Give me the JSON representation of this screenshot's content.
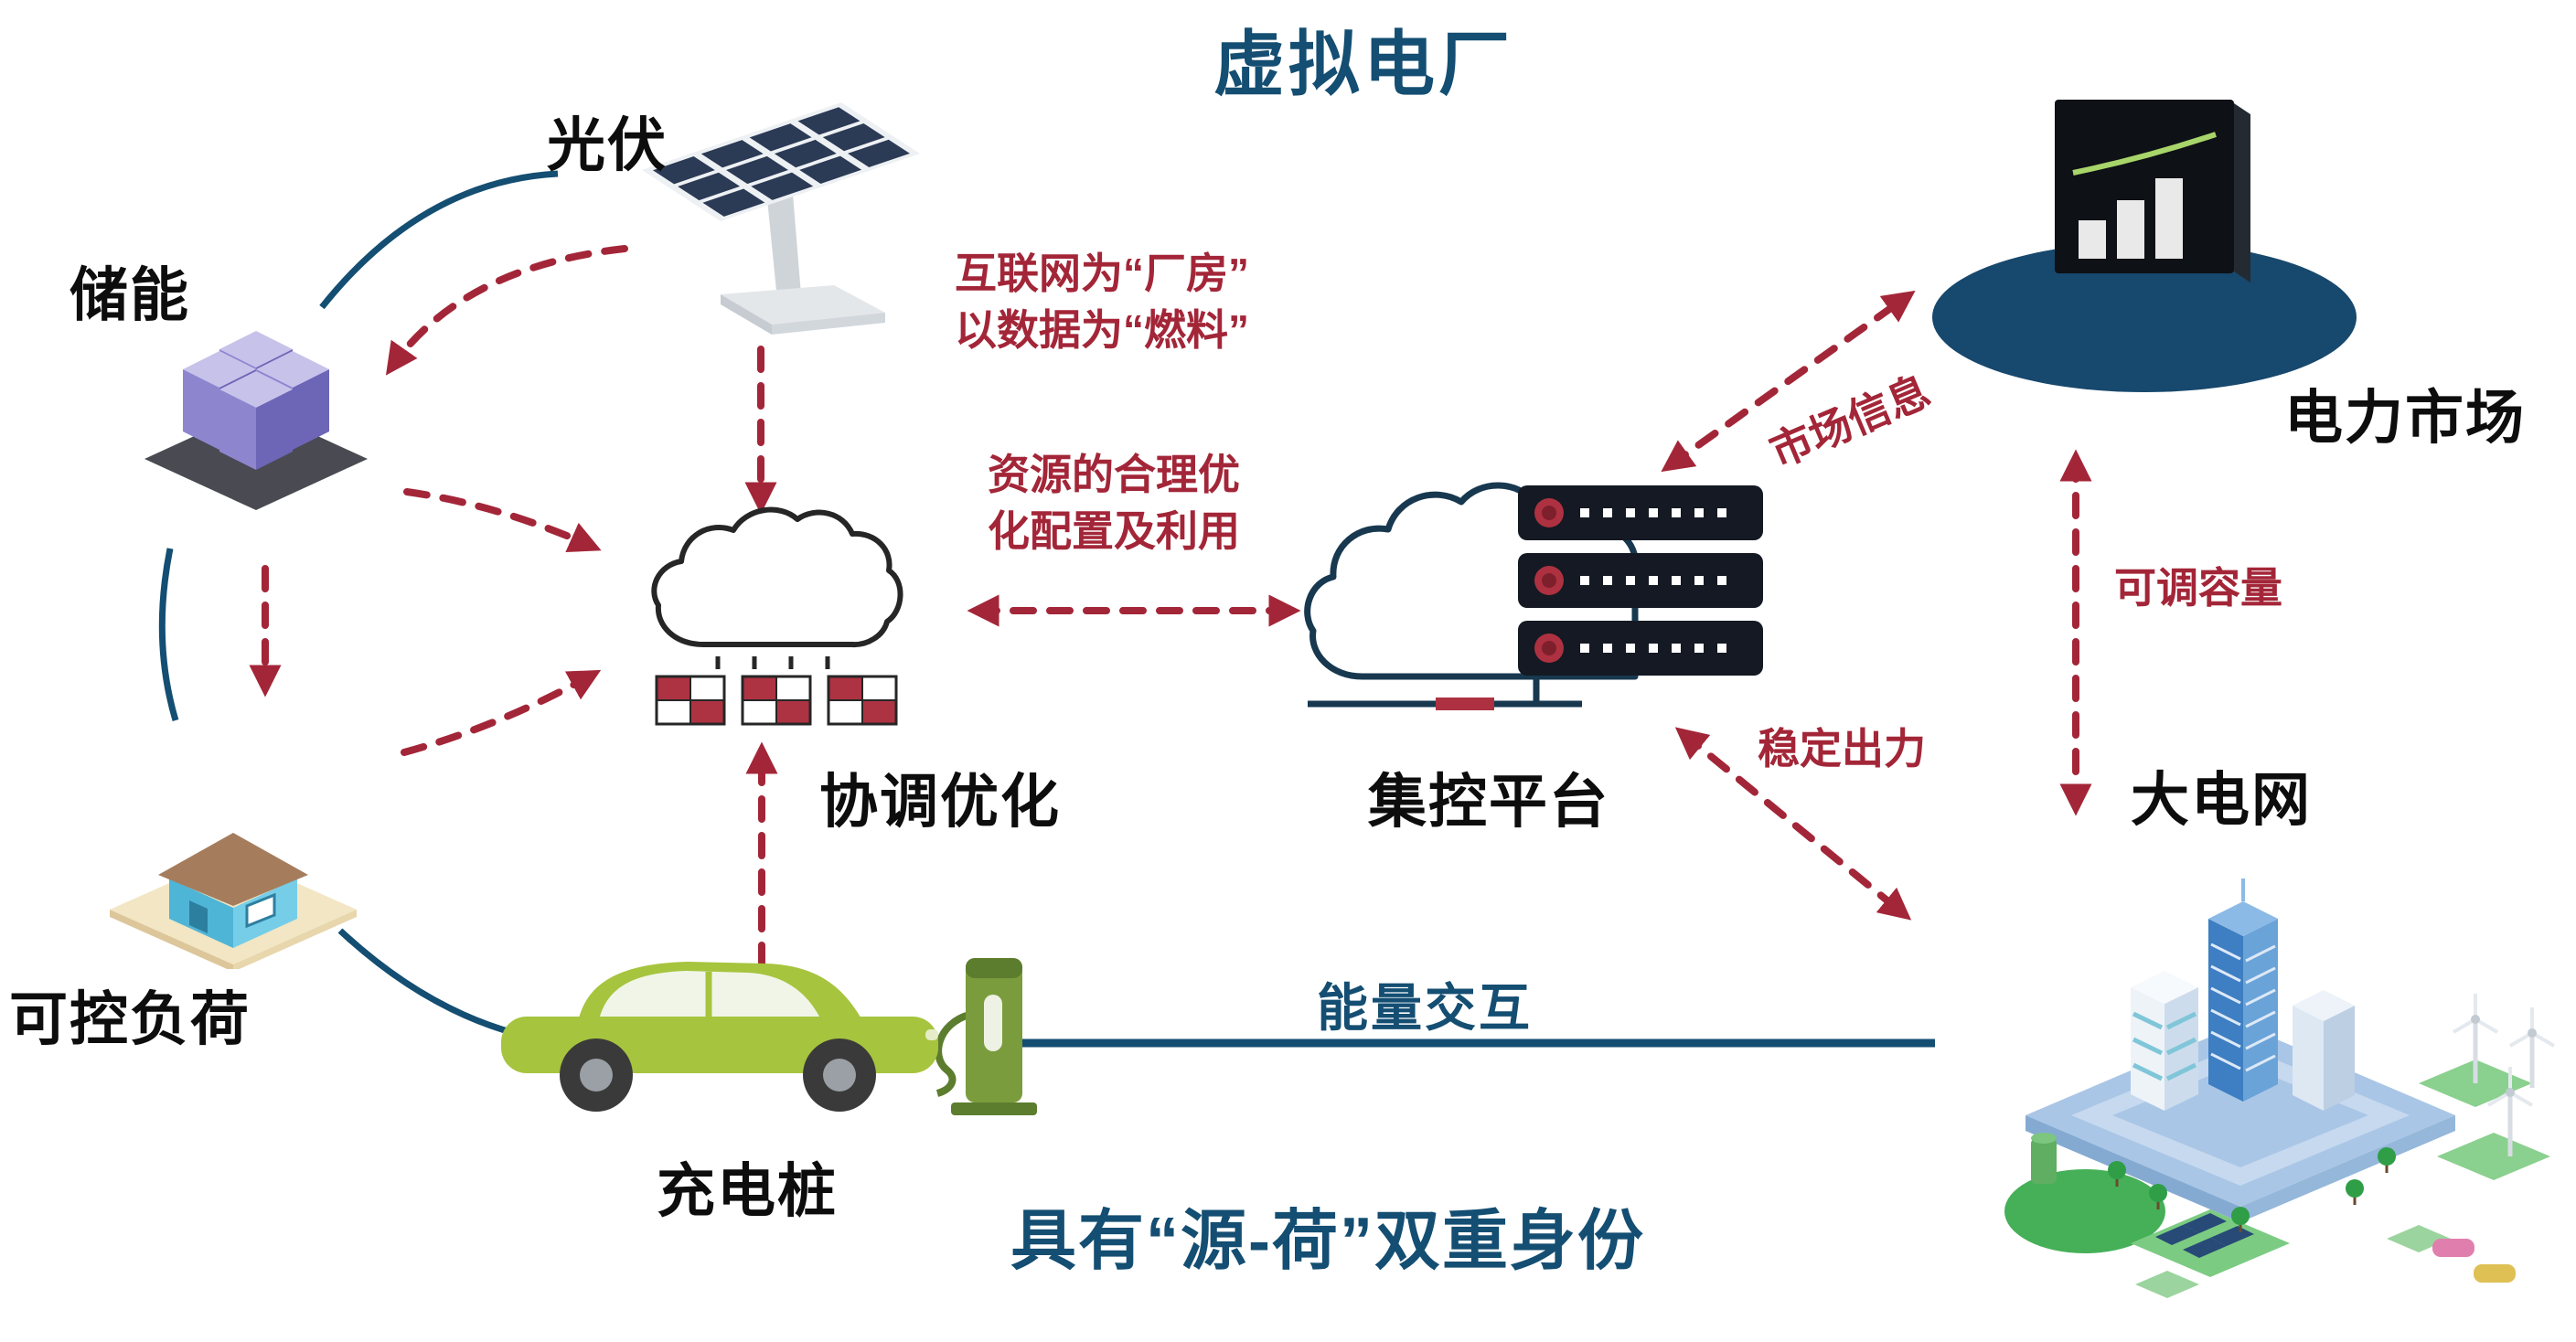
{
  "title": "虚拟电厂",
  "nodes": {
    "pv": {
      "label": "光伏"
    },
    "storage": {
      "label": "储能"
    },
    "controllable_load": {
      "label": "可控负荷"
    },
    "charging_pile": {
      "label": "充电桩"
    },
    "coordination": {
      "label": "协调优化"
    },
    "control_platform": {
      "label": "集控平台"
    },
    "power_market": {
      "label": "电力市场"
    },
    "main_grid": {
      "label": "大电网"
    }
  },
  "annotations": {
    "internet": {
      "line1": "互联网为“厂房”",
      "line2": "以数据为“燃料”"
    },
    "resource": {
      "line1": "资源的合理优",
      "line2": "化配置及利用"
    },
    "market_info": "市场信息",
    "adjustable_capacity": "可调容量",
    "stable_output": "稳定出力",
    "energy_exchange": "能量交互",
    "dual_identity": "具有“源-荷”双重身份"
  },
  "colors": {
    "primary_blue": "#144e72",
    "accent_red": "#a32638",
    "text_black": "#111111"
  }
}
